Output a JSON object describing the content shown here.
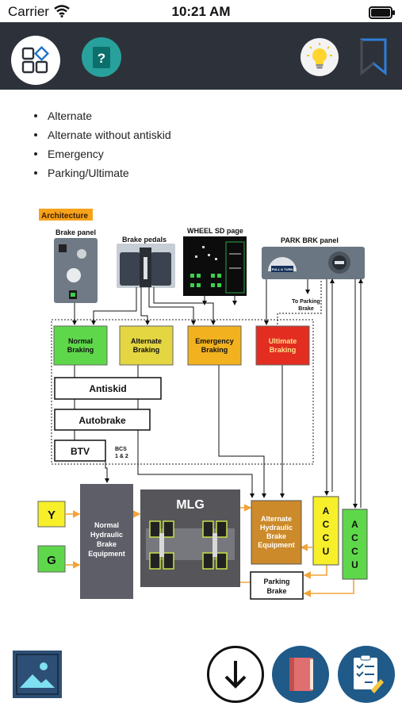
{
  "status_bar": {
    "carrier": "Carrier",
    "time": "10:21 AM"
  },
  "toolbar": {
    "help_symbol": "?",
    "icons": [
      "apps-grid-icon",
      "help-icon",
      "lightbulb-icon",
      "bookmark-icon"
    ]
  },
  "braking_modes": [
    "Alternate",
    "Alternate without antiskid",
    "Emergency",
    "Parking/Ultimate"
  ],
  "diagram": {
    "architecture_tag": "Architecture",
    "brake_panel_label": "Brake panel",
    "brake_pedals_label": "Brake pedals",
    "wheel_sd_label": "WHEEL SD page",
    "park_brk_label": "PARK BRK panel",
    "park_knob_text": "PULL & TURN",
    "to_parking_brake": [
      "To Parking",
      "Brake"
    ],
    "normal_braking": [
      "Normal",
      "Braking"
    ],
    "alternate_braking": [
      "Alternate",
      "Braking"
    ],
    "emergency_braking": [
      "Emergency",
      "Braking"
    ],
    "ultimate_braking": [
      "Ultimate",
      "Braking"
    ],
    "antiskid": "Antiskid",
    "autobrake": "Autobrake",
    "btv": "BTV",
    "bcs": [
      "BCS",
      "1 & 2"
    ],
    "mlg": "MLG",
    "y_label": "Y",
    "g_label": "G",
    "normal_hydraulic": [
      "Normal",
      "Hydraulic",
      "Brake",
      "Equipment"
    ],
    "alternate_hydraulic": [
      "Alternate",
      "Hydraulic",
      "Brake",
      "Equipment"
    ],
    "accu_1": [
      "A",
      "C",
      "C",
      "U"
    ],
    "accu_2": [
      "A",
      "C",
      "C",
      "U"
    ],
    "parking_brake": [
      "Parking",
      "Brake"
    ],
    "colors": {
      "normal": "#5ed84a",
      "alternate": "#e3d641",
      "emergency": "#f2b21f",
      "ultimate": "#e22d20",
      "hydraulic_alt": "#cc8a2a",
      "accu_yellow": "#f7ef2a",
      "accu_green": "#5ed84a",
      "normal_hyd": "#5d5e68",
      "arrow_orange": "#f0a43a"
    }
  },
  "bottom_bar": {
    "icons": [
      "image-gallery-icon",
      "download-icon",
      "book-icon",
      "checklist-icon"
    ]
  }
}
